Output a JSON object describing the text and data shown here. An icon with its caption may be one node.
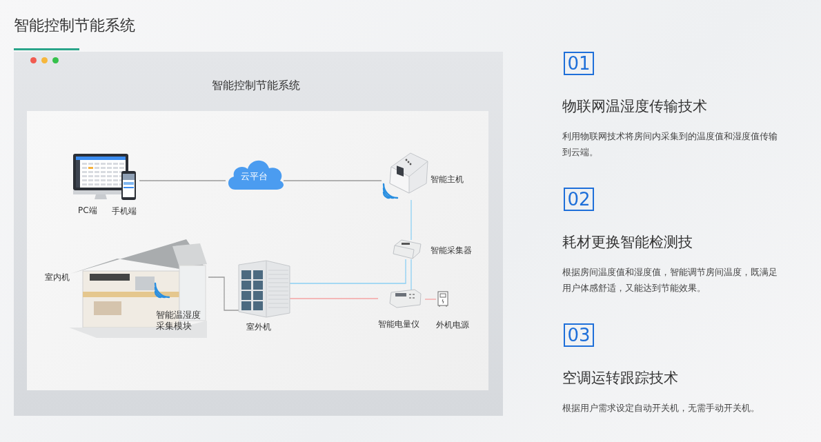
{
  "diagram": {
    "title": "智能控制节能系统",
    "nodes": [
      {
        "text": [
          "PC端"
        ]
      },
      {
        "text": [
          "手机端"
        ]
      },
      {
        "text": [
          "云平台"
        ]
      },
      {
        "text": [
          "智能主机"
        ]
      },
      {
        "text": [
          "智能采集器"
        ]
      },
      {
        "text": [
          "室内机"
        ]
      },
      {
        "text": [
          "智能温湿度采集模块"
        ],
        "in": 5
      },
      {
        "text": [
          "室外机"
        ]
      },
      {
        "text": [
          "智能电量仪"
        ]
      },
      {
        "text": [
          "外机电源"
        ]
      }
    ],
    "edges": [
      {
        "from": 1,
        "to": 2,
        "arrow": "none"
      },
      {
        "from": 2,
        "to": 3,
        "arrow": "none"
      },
      {
        "from": 3,
        "to": 4,
        "arrow": "none",
        "color": "#8ccff3"
      },
      {
        "from": 4,
        "to": 7,
        "arrow": "none",
        "color": "#8ccff3"
      },
      {
        "from": 4,
        "to": 8,
        "arrow": "none",
        "color": "#8ccff3"
      },
      {
        "from": 5,
        "to": 7,
        "arrow": "none"
      },
      {
        "from": 7,
        "to": 8,
        "arrow": "none",
        "color": "#f5a3a3"
      },
      {
        "from": 8,
        "to": 9,
        "arrow": "none",
        "color": "#f5a3a3"
      }
    ],
    "labels": [
      "智能控制节能系统",
      "01",
      "物联网温湿度传输技术",
      "利用物联网技术将房间内采集到的温度值和湿度值传输到云端。",
      "02",
      "耗材更换智能检测技",
      "根据房间温度值和湿度值，智能调节房间温度，既满足用户体感舒适，又能达到节能效果。",
      "03",
      "空调运转跟踪技术",
      "根据用户需求设定自动开关机，无需手动开关机。"
    ]
  }
}
